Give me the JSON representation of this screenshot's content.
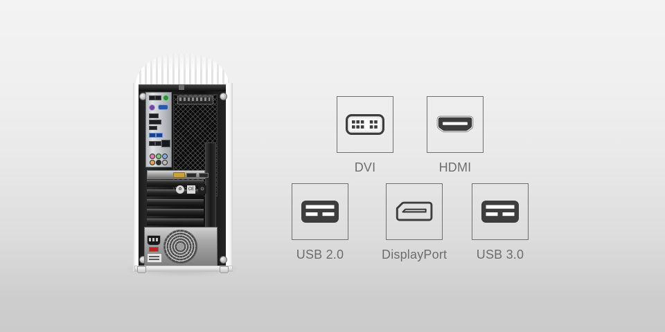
{
  "page": {
    "title": "PC tower rear I/O ports overview",
    "background_top_color": "#f3f3f3",
    "background_bottom_color": "#cbcbcb",
    "label_color": "#6d6d6d",
    "icon_color": "#3d3d3d",
    "box_border_color": "#6e6e6e"
  },
  "product": {
    "name": "computer-tower-rear-view",
    "description": "Rear view of a mid-tower desktop PC case showing the motherboard I/O panel, expansion slots and power supply fan grille"
  },
  "ports": [
    {
      "id": "dvi",
      "label": "DVI",
      "icon": "dvi-port-icon",
      "row": 1
    },
    {
      "id": "hdmi",
      "label": "HDMI",
      "icon": "hdmi-port-icon",
      "row": 1
    },
    {
      "id": "usb2",
      "label": "USB 2.0",
      "icon": "usb-port-icon",
      "row": 2
    },
    {
      "id": "displayport",
      "label": "DisplayPort",
      "icon": "displayport-port-icon",
      "row": 2
    },
    {
      "id": "usb3",
      "label": "USB 3.0",
      "icon": "usb-port-icon",
      "row": 2
    }
  ]
}
